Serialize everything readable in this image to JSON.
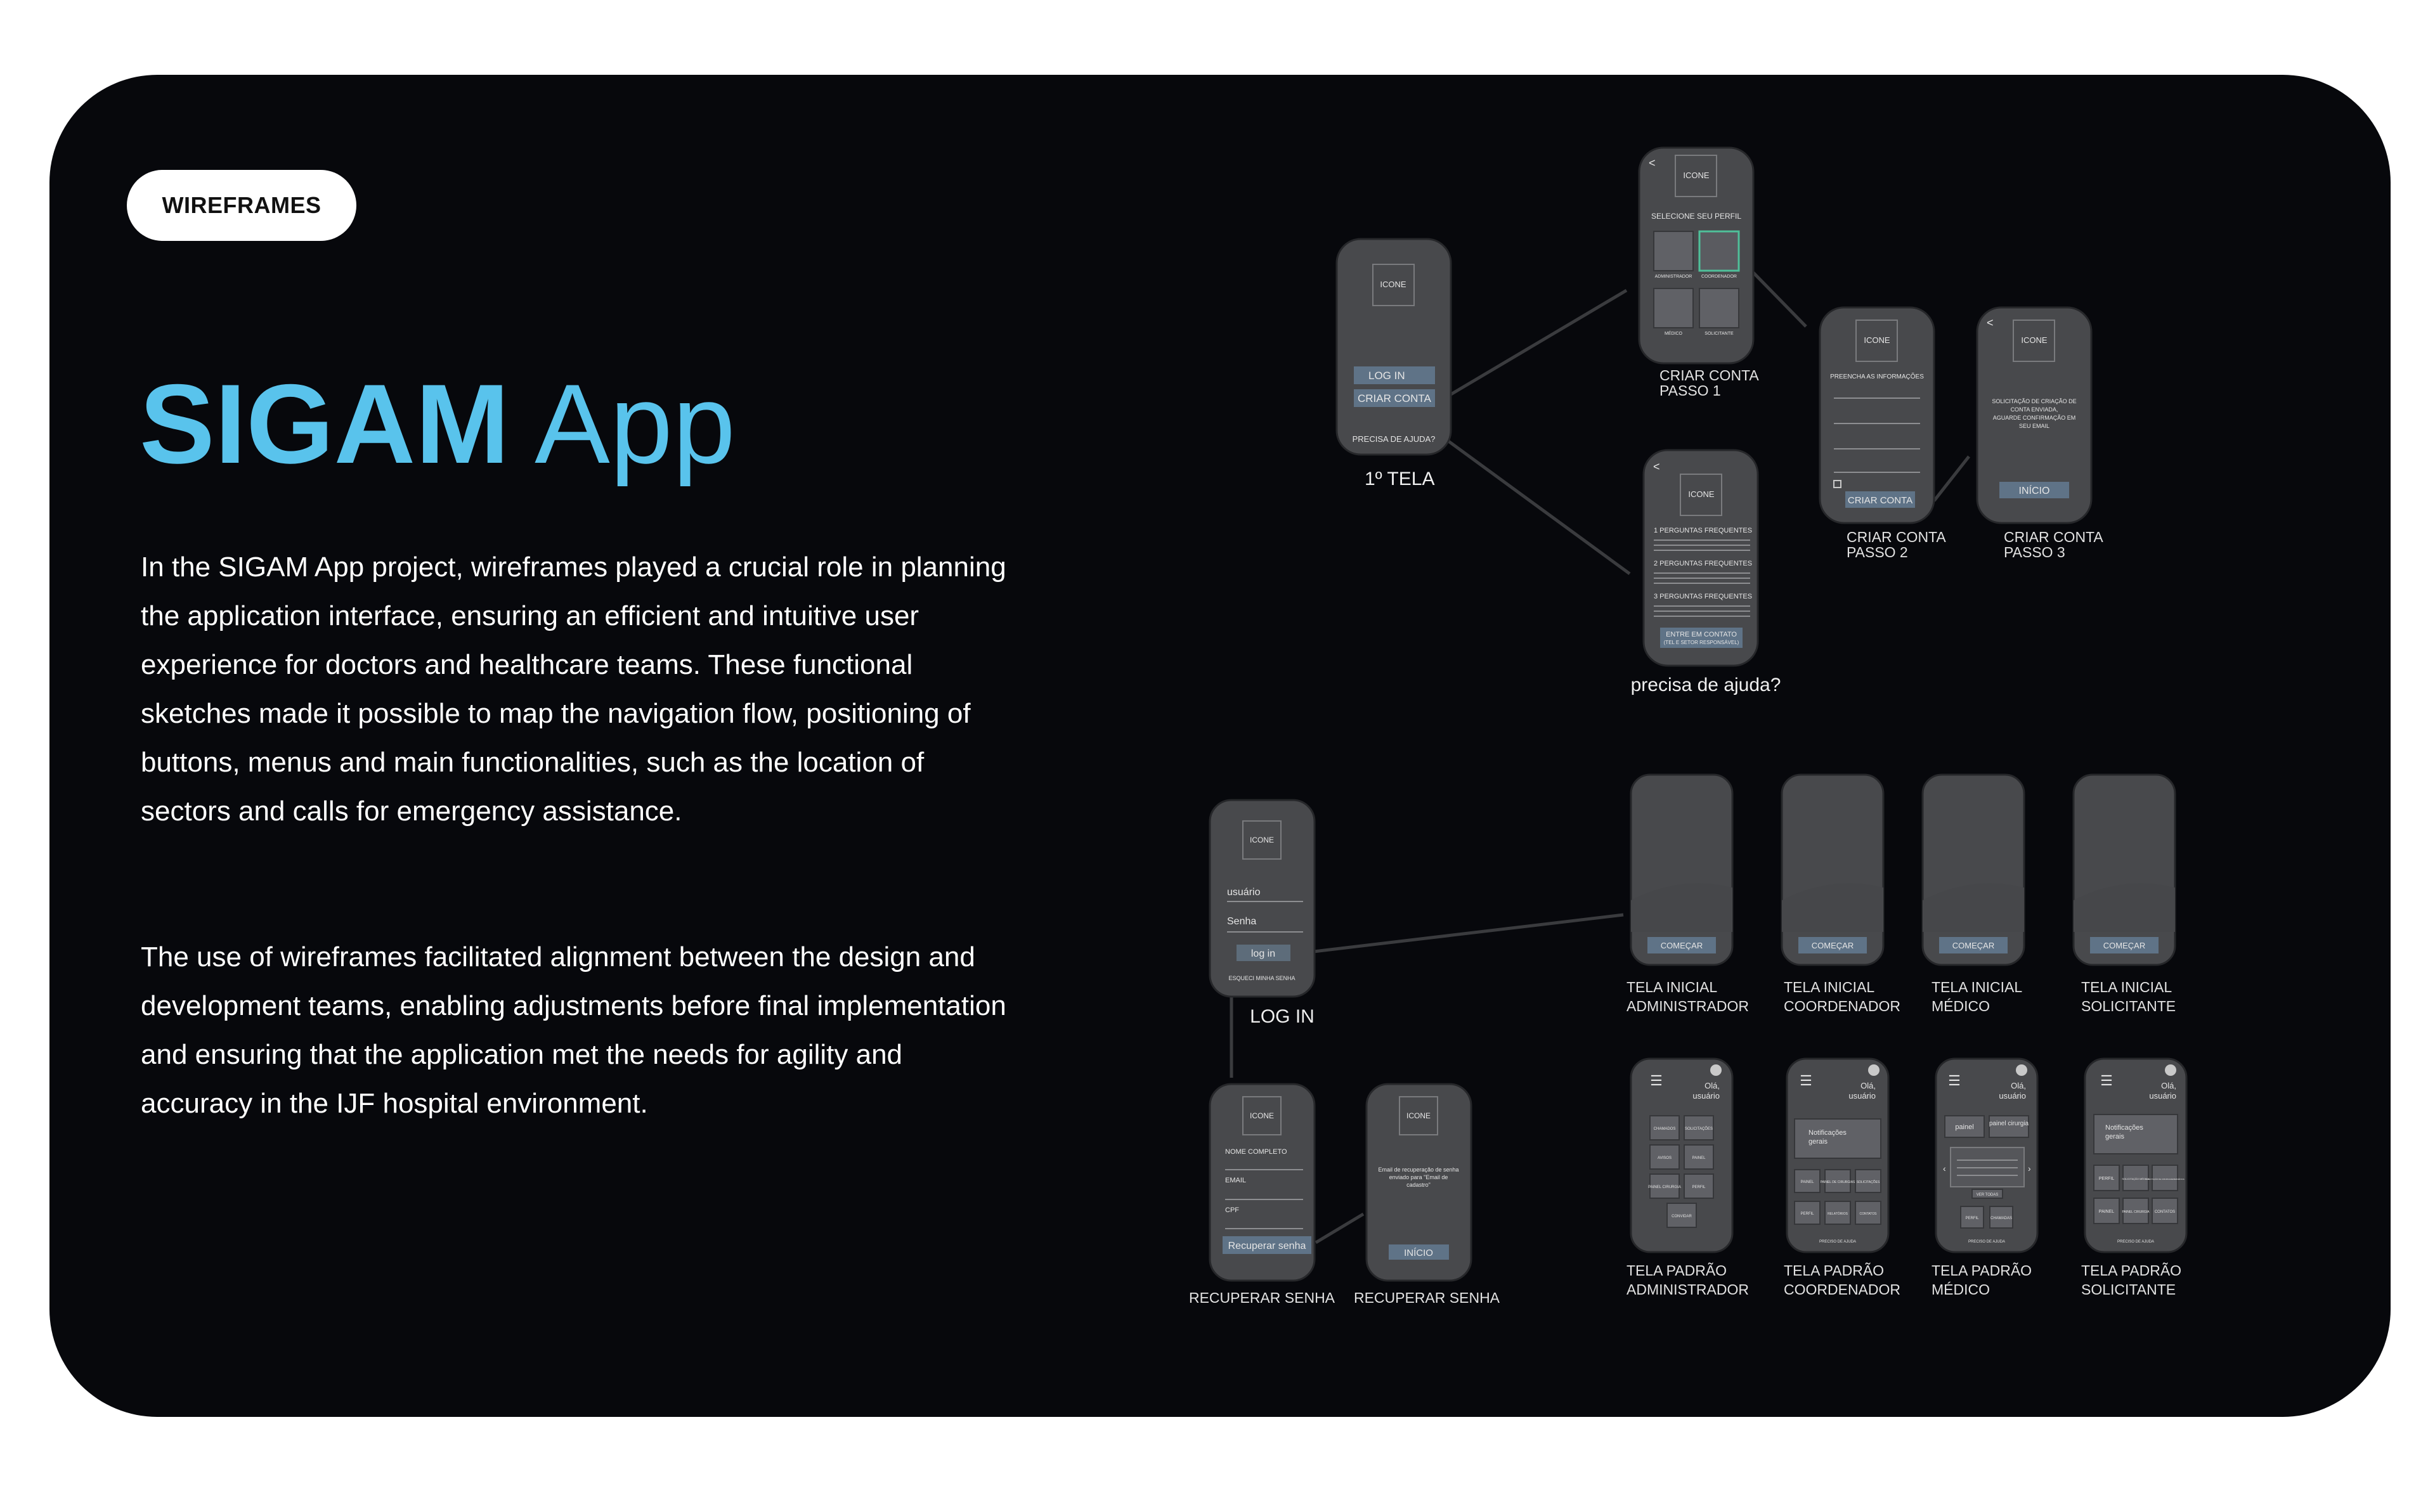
{
  "badge": "WIREFRAMES",
  "title": {
    "bold": "SIGAM",
    "light": "App"
  },
  "paragraphs": [
    "In the SIGAM App project, wireframes played a crucial role in planning the application interface, ensuring an efficient and intuitive user experience for doctors and healthcare teams. These functional sketches made it possible to map the navigation flow, positioning of buttons, menus and main functionalities, such as the location of sectors and calls for emergency assistance.",
    "The use of wireframes facilitated alignment between the design and development teams, enabling adjustments before final implementation and ensuring that the application met the needs for agility and accuracy in the IJF hospital environment."
  ],
  "colors": {
    "accent": "#59c3ec",
    "card": "#07080c",
    "phone": "#48494c",
    "button": "#5f7387"
  },
  "wireframes": {
    "icon_label": "ICONE",
    "back_glyph": "<",
    "menu_glyph": "☰",
    "first_screen": {
      "login": "LOG IN",
      "create": "CRIAR CONTA",
      "help": "PRECISA DE AJUDA?",
      "caption": "1º TELA"
    },
    "step1": {
      "heading": "SELECIONE SEU PERFIL",
      "tiles": [
        "ADMINISTRADOR",
        "COORDENADOR",
        "MÉDICO",
        "SOLICITANTE"
      ],
      "caption": [
        "CRIAR CONTA",
        "PASSO 1"
      ]
    },
    "step2": {
      "heading": "PREENCHA AS INFORMAÇÕES",
      "button": "CRIAR CONTA",
      "caption": [
        "CRIAR CONTA",
        "PASSO 2"
      ]
    },
    "step3": {
      "message": [
        "SOLICITAÇÃO DE CRIAÇÃO DE",
        "CONTA ENVIADA,",
        "AGUARDE CONFIRMAÇÃO EM",
        "SEU EMAIL"
      ],
      "button": "INÍCIO",
      "caption": [
        "CRIAR CONTA",
        "PASSO 3"
      ]
    },
    "help": {
      "faq": [
        "1 PERGUNTAS FREQUENTES",
        "2 PERGUNTAS FREQUENTES",
        "3 PERGUNTAS FREQUENTES"
      ],
      "button": [
        "ENTRE EM CONTATO",
        "(TEL E SETOR RESPONSÁVEL)"
      ],
      "caption": "precisa de ajuda?"
    },
    "login": {
      "user": "usuário",
      "password": "Senha",
      "button": "log in",
      "forgot": "ESQUECI MINHA SENHA",
      "caption": "LOG IN"
    },
    "recover1": {
      "fields": [
        "NOME COMPLETO",
        "EMAIL",
        "CPF"
      ],
      "button": "Recuperar senha",
      "caption": "RECUPERAR SENHA"
    },
    "recover2": {
      "message": [
        "Email de recuperação de senha",
        "enviado para \"Email de",
        "cadastro\""
      ],
      "button": "INÍCIO",
      "caption": "RECUPERAR SENHA"
    },
    "start_button": "COMEÇAR",
    "home_screens": [
      {
        "caption": [
          "TELA INICIAL",
          "ADMINISTRADOR"
        ]
      },
      {
        "caption": [
          "TELA INICIAL",
          "COORDENADOR"
        ]
      },
      {
        "caption": [
          "TELA INICIAL",
          "MÉDICO"
        ]
      },
      {
        "caption": [
          "TELA INICIAL",
          "SOLICITANTE"
        ]
      }
    ],
    "greeting": [
      "Olá,",
      "usuário"
    ],
    "default_screens": [
      {
        "caption": [
          "TELA PADRÃO",
          "ADMINISTRADOR"
        ],
        "tiles": [
          "CHAMADOS",
          "SOLICITAÇÕES",
          "AVISOS",
          "PAINEL",
          "PAINEL CIRURGIA",
          "PERFIL",
          "CONVIDAR"
        ]
      },
      {
        "caption": [
          "TELA PADRÃO",
          "COORDENADOR"
        ],
        "banner": [
          "Notificações",
          "gerais"
        ],
        "tiles": [
          "PAINEL",
          "PAINEL DE CIRURGIAS",
          "SOLICITAÇÕES",
          "PERFIL",
          "RELATÓRIOS",
          "CONTATOS"
        ],
        "footer": "PRECISO DE AJUDA"
      },
      {
        "caption": [
          "TELA PADRÃO",
          "MÉDICO"
        ],
        "tabs": [
          "painel",
          "painel cirurgia"
        ],
        "tiles": [
          "PERFIL",
          "CHAMADAS"
        ],
        "mini": "VER TODAS",
        "footer": "PRECISO DE AJUDA"
      },
      {
        "caption": [
          "TELA PADRÃO",
          "SOLICITANTE"
        ],
        "banner": [
          "Notificações",
          "gerais"
        ],
        "tiles": [
          "PERFIL",
          "SOLICITAÇÃO MÉDICA",
          "SOLICITAÇÃO DE CIRURGIA/EMERGÊNCIA",
          "PAINEL",
          "PAINEL CIRURGIA",
          "CONTATOS"
        ],
        "footer": "PRECISO DE AJUDA"
      }
    ]
  }
}
